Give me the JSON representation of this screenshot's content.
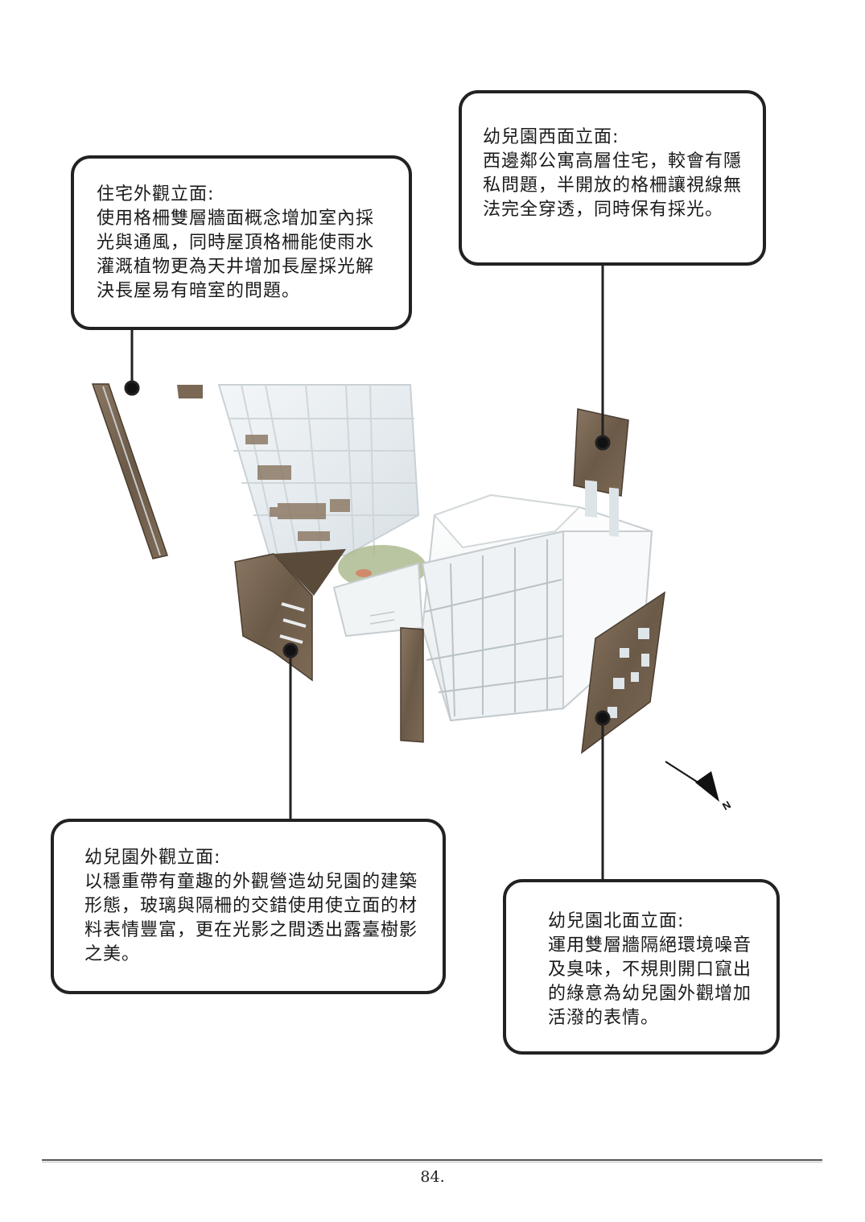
{
  "callouts": {
    "residential": {
      "title": "住宅外觀立面:",
      "body": "使用格柵雙層牆面概念增加室內採光與通風，同時屋頂格柵能使雨水灌溉植物更為天井增加長屋採光解決長屋易有暗室的問題。"
    },
    "west": {
      "title": "幼兒園西面立面:",
      "body": "西邊鄰公寓高層住宅，較會有隱私問題，半開放的格柵讓視線無法完全穿透，同時保有採光。"
    },
    "kindergarten": {
      "title": "幼兒園外觀立面:",
      "body": "以穩重帶有童趣的外觀營造幼兒園的建築形態，玻璃與隔柵的交錯使用使立面的材料表情豐富，更在光影之間透出露臺樹影之美。"
    },
    "north": {
      "title": "幼兒園北面立面:",
      "body": "運用雙層牆隔絕環境噪音及臭味，不規則開口竄出的綠意為幼兒園外觀增加活潑的表情。"
    }
  },
  "compass": {
    "label": "N"
  },
  "page_number": "84.",
  "colors": {
    "callout_border": "#222222",
    "wood_panel": "#6e5d4b",
    "glass": "#e8eef1",
    "building_white": "#f4f6f7"
  },
  "icons": [
    "north-arrow-icon"
  ]
}
